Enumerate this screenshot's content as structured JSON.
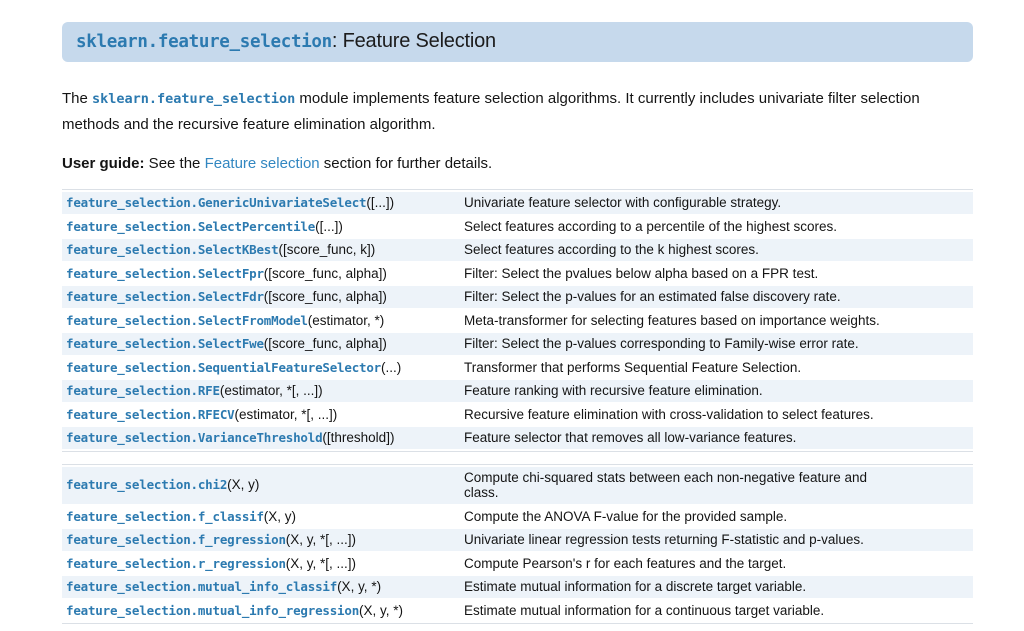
{
  "header": {
    "code": "sklearn.feature_selection",
    "title_rest": ": Feature Selection"
  },
  "intro": {
    "pre": "The ",
    "code": "sklearn.feature_selection",
    "post": " module implements feature selection algorithms. It currently includes univariate filter selection methods and the recursive feature elimination algorithm."
  },
  "user_guide": {
    "label": "User guide:",
    "pre": " See the ",
    "link": "Feature selection",
    "post": " section for further details."
  },
  "colors": {
    "header_bg": "#c6d9ec",
    "stripe_bg": "#edf3f9",
    "code_link": "#2c7ab0",
    "text_link": "#3287c1",
    "table_border": "#dbe0e6"
  },
  "tables": [
    {
      "rows": [
        {
          "code": "feature_selection.GenericUnivariateSelect",
          "args": "([...])",
          "desc": "Univariate feature selector with configurable strategy."
        },
        {
          "code": "feature_selection.SelectPercentile",
          "args": "([...])",
          "desc": "Select features according to a percentile of the highest scores."
        },
        {
          "code": "feature_selection.SelectKBest",
          "args": "([score_func, k])",
          "desc": "Select features according to the k highest scores."
        },
        {
          "code": "feature_selection.SelectFpr",
          "args": "([score_func, alpha])",
          "desc": "Filter: Select the pvalues below alpha based on a FPR test."
        },
        {
          "code": "feature_selection.SelectFdr",
          "args": "([score_func, alpha])",
          "desc": "Filter: Select the p-values for an estimated false discovery rate."
        },
        {
          "code": "feature_selection.SelectFromModel",
          "args": "(estimator, *)",
          "desc": "Meta-transformer for selecting features based on importance weights."
        },
        {
          "code": "feature_selection.SelectFwe",
          "args": "([score_func, alpha])",
          "desc": "Filter: Select the p-values corresponding to Family-wise error rate."
        },
        {
          "code": "feature_selection.SequentialFeatureSelector",
          "args": "(...)",
          "desc": "Transformer that performs Sequential Feature Selection."
        },
        {
          "code": "feature_selection.RFE",
          "args": "(estimator, *[, ...])",
          "desc": "Feature ranking with recursive feature elimination."
        },
        {
          "code": "feature_selection.RFECV",
          "args": "(estimator, *[, ...])",
          "desc": "Recursive feature elimination with cross-validation to select features."
        },
        {
          "code": "feature_selection.VarianceThreshold",
          "args": "([threshold])",
          "desc": "Feature selector that removes all low-variance features."
        }
      ]
    },
    {
      "rows": [
        {
          "code": "feature_selection.chi2",
          "args": "(X, y)",
          "desc": "Compute chi-squared stats between each non-negative feature and\nclass."
        },
        {
          "code": "feature_selection.f_classif",
          "args": "(X, y)",
          "desc": "Compute the ANOVA F-value for the provided sample."
        },
        {
          "code": "feature_selection.f_regression",
          "args": "(X, y, *[, ...])",
          "desc": "Univariate linear regression tests returning F-statistic and p-values."
        },
        {
          "code": "feature_selection.r_regression",
          "args": "(X, y, *[, ...])",
          "desc": "Compute Pearson's r for each features and the target."
        },
        {
          "code": "feature_selection.mutual_info_classif",
          "args": "(X, y, *)",
          "desc": "Estimate mutual information for a discrete target variable."
        },
        {
          "code": "feature_selection.mutual_info_regression",
          "args": "(X, y, *)",
          "desc": "Estimate mutual information for a continuous target variable."
        }
      ]
    }
  ]
}
